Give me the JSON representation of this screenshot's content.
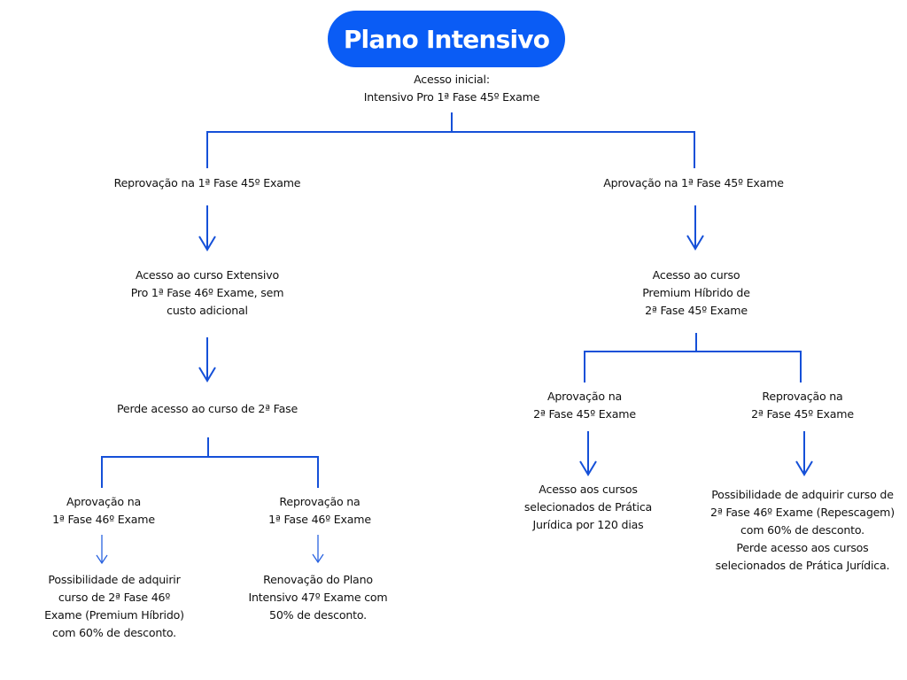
{
  "title": "Plano Intensivo",
  "accent_color": "#0a5cf5",
  "line_color": "#1550d8",
  "nodes": {
    "root": [
      "Acesso inicial:",
      "Intensivo Pro 1ª Fase 45º Exame"
    ],
    "left_fail_1": [
      "Reprovação na 1ª Fase 45º Exame"
    ],
    "left_extensivo": [
      "Acesso ao curso Extensivo",
      "Pro 1ª Fase 46º Exame, sem",
      "custo adicional"
    ],
    "left_perde": [
      "Perde acesso ao curso de 2ª Fase"
    ],
    "left_aprov_46": [
      "Aprovação na",
      "1ª Fase 46º Exame"
    ],
    "left_reprov_46": [
      "Reprovação na",
      "1ª Fase 46º Exame"
    ],
    "left_aprov_46_result": [
      "Possibilidade de adquirir",
      "curso de 2ª Fase 46º",
      "Exame (Premium Híbrido)",
      "com 60% de desconto."
    ],
    "left_reprov_46_result": [
      "Renovação do Plano",
      "Intensivo 47º Exame com",
      "50% de desconto."
    ],
    "right_pass_1": [
      "Aprovação na 1ª Fase 45º Exame"
    ],
    "right_premium": [
      "Acesso ao curso",
      "Premium Híbrido de",
      "2ª Fase 45º Exame"
    ],
    "right_aprov_2": [
      "Aprovação na",
      "2ª Fase 45º Exame"
    ],
    "right_reprov_2": [
      "Reprovação na",
      "2ª Fase 45º Exame"
    ],
    "right_aprov_2_result": [
      "Acesso aos cursos",
      "selecionados de Prática",
      "Jurídica por 120 dias"
    ],
    "right_reprov_2_result": [
      "Possibilidade de adquirir curso de",
      "2ª Fase 46º Exame (Repescagem)",
      "com 60% de desconto.",
      "Perde acesso aos cursos",
      "selecionados de Prática Jurídica."
    ]
  }
}
